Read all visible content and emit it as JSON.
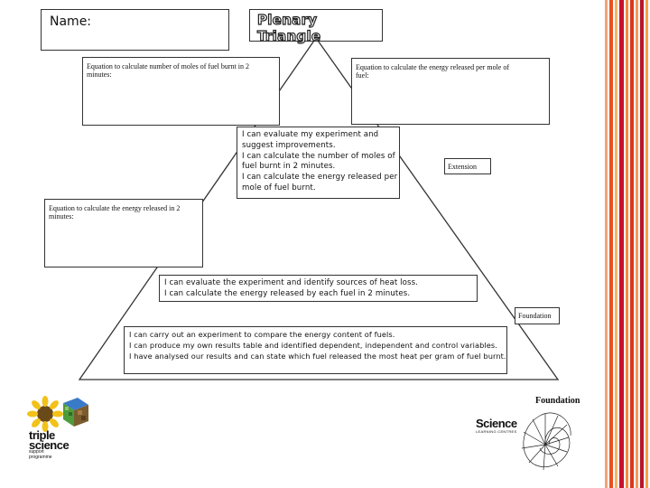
{
  "header": {
    "name_label": "Name:",
    "title": "Plenary Triangle"
  },
  "boxes": {
    "moles_equation": "Equation to calculate number of moles of fuel burnt in 2 minutes:",
    "moles_equation_lines": [
      "Equation to calculate number of moles of fuel burnt in 2",
      "minutes:"
    ],
    "per_mole_equation_lines": [
      "Equation to calculate the energy released per mole of",
      "fuel:"
    ],
    "energy_equation_lines": [
      "Equation to calculate the energy released in 2",
      "minutes:"
    ]
  },
  "levels": {
    "extension": {
      "label": "Extension",
      "statements": [
        "I can evaluate my experiment and",
        "suggest improvements.",
        "I can calculate the number of moles of",
        "fuel burnt in 2 minutes.",
        "I can calculate the energy released per",
        "mole of fuel burnt."
      ]
    },
    "middle": {
      "statements": [
        "I can evaluate the experiment and identify sources of heat loss.",
        "I can calculate the energy released by each fuel in 2 minutes."
      ]
    },
    "foundation": {
      "label": "Foundation",
      "caption": "Foundation",
      "statements": [
        "I can carry out an experiment to compare the energy content of fuels.",
        "I can produce my own results table and identified dependent, independent and control variables.",
        "I have analysed our results and can state which fuel released the most heat per gram of fuel burnt."
      ]
    }
  },
  "logos": {
    "triple_science": {
      "line1": "triple",
      "line2": "science",
      "line3": "support",
      "line4": "programme",
      "icon": "sunflower-cube-icon"
    },
    "science_learning_centres": {
      "name": "Science",
      "subtitle": "LEARNING CENTRES",
      "icon": "nautilus-shell-icon"
    }
  },
  "colors": {
    "stripes": [
      "#e8501e",
      "#f58a3c",
      "#c8102e",
      "#f7b267",
      "#e8501e",
      "#b5152b",
      "#f49a5a",
      "#d9381e",
      "#f7a048",
      "#c21f32"
    ]
  }
}
